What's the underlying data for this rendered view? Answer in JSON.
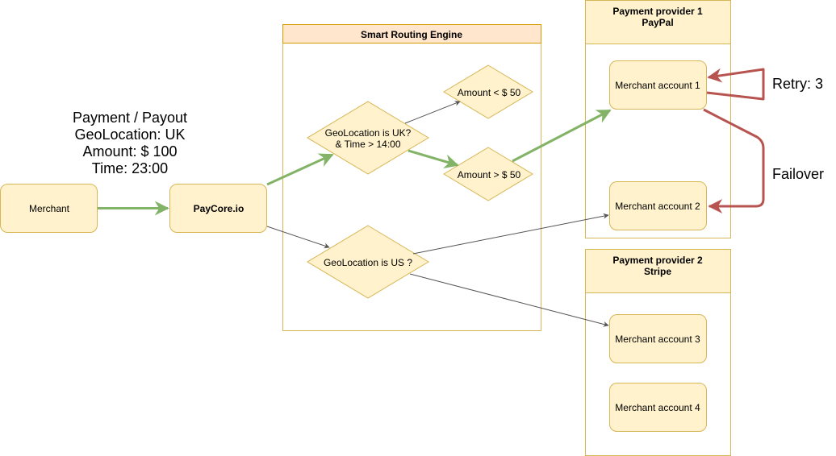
{
  "payment_info": {
    "line1": "Payment / Payout",
    "line2": "GeoLocation: UK",
    "line3": "Amount: $ 100",
    "line4": "Time: 23:00"
  },
  "nodes": {
    "merchant": "Merchant",
    "paycore": "PayCore.io",
    "engine_title": "Smart Routing Engine",
    "cond_uk_line1": "GeoLocation is UK?",
    "cond_uk_line2": "& Time > 14:00",
    "cond_us": "GeoLocation is US ?",
    "amount_lt": "Amount < $ 50",
    "amount_gt": "Amount > $ 50"
  },
  "providers": [
    {
      "title_line1": "Payment provider 1",
      "title_line2": "PayPal"
    },
    {
      "title_line1": "Payment provider 2",
      "title_line2": "Stripe"
    }
  ],
  "accounts": [
    "Merchant account 1",
    "Merchant account 2",
    "Merchant account 3",
    "Merchant account 4"
  ],
  "annotations": {
    "retry": "Retry: 3",
    "failover": "Failover"
  },
  "colors": {
    "node_fill": "#fff2cc",
    "node_stroke": "#d6b656",
    "header_fill": "#ffe6cc",
    "header_stroke": "#d79b00",
    "success_edge": "#82b366",
    "failure_edge": "#b85450",
    "neutral_edge": "#555555"
  }
}
